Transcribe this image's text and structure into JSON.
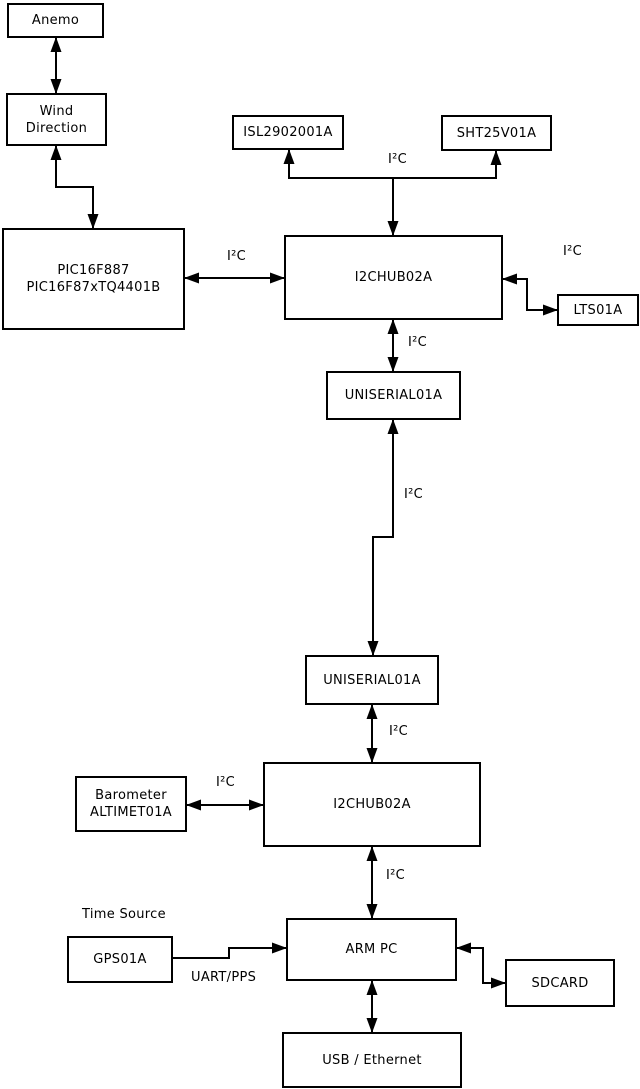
{
  "diagram": {
    "background_color": "#ffffff",
    "line_color": "#000000",
    "box_fill": "#ffffff",
    "nodes": {
      "anemo": {
        "label": "Anemo"
      },
      "wind": {
        "label": "Wind\nDirection"
      },
      "pic": {
        "label": "PIC16F887\nPIC16F87xTQ4401B"
      },
      "isl": {
        "label": "ISL2902001A"
      },
      "sht": {
        "label": "SHT25V01A"
      },
      "hub1": {
        "label": "I2CHUB02A"
      },
      "lts": {
        "label": "LTS01A"
      },
      "uniserial1": {
        "label": "UNISERIAL01A"
      },
      "uniserial2": {
        "label": "UNISERIAL01A"
      },
      "hub2": {
        "label": "I2CHUB02A"
      },
      "barometer": {
        "label": "Barometer\nALTIMET01A"
      },
      "gps": {
        "label": "GPS01A"
      },
      "armpc": {
        "label": "ARM PC"
      },
      "sdcard": {
        "label": "SDCARD"
      },
      "usb_ethernet": {
        "label": "USB / Ethernet"
      }
    },
    "edge_labels": {
      "i2c": "I²C",
      "uart_pps": "UART/PPS"
    },
    "annotations": {
      "time_source": "Time Source"
    },
    "edges": [
      {
        "from": "anemo",
        "to": "wind",
        "bidirectional": true
      },
      {
        "from": "wind",
        "to": "pic",
        "bidirectional": true
      },
      {
        "from": "pic",
        "to": "hub1",
        "label": "I²C",
        "bidirectional": true
      },
      {
        "from": "hub1",
        "to": [
          "isl",
          "sht"
        ],
        "label": "I²C",
        "bidirectional": true
      },
      {
        "from": "hub1",
        "to": "lts",
        "label": "I²C",
        "bidirectional": true
      },
      {
        "from": "hub1",
        "to": "uniserial1",
        "label": "I²C",
        "bidirectional": true
      },
      {
        "from": "uniserial1",
        "to": "uniserial2",
        "label": "I²C",
        "bidirectional": true
      },
      {
        "from": "uniserial2",
        "to": "hub2",
        "label": "I²C",
        "bidirectional": true
      },
      {
        "from": "barometer",
        "to": "hub2",
        "label": "I²C",
        "bidirectional": true
      },
      {
        "from": "hub2",
        "to": "armpc",
        "label": "I²C",
        "bidirectional": true
      },
      {
        "from": "gps",
        "to": "armpc",
        "label": "UART/PPS",
        "bidirectional": false
      },
      {
        "from": "armpc",
        "to": "sdcard",
        "bidirectional": true
      },
      {
        "from": "armpc",
        "to": "usb_ethernet",
        "bidirectional": true
      }
    ]
  }
}
